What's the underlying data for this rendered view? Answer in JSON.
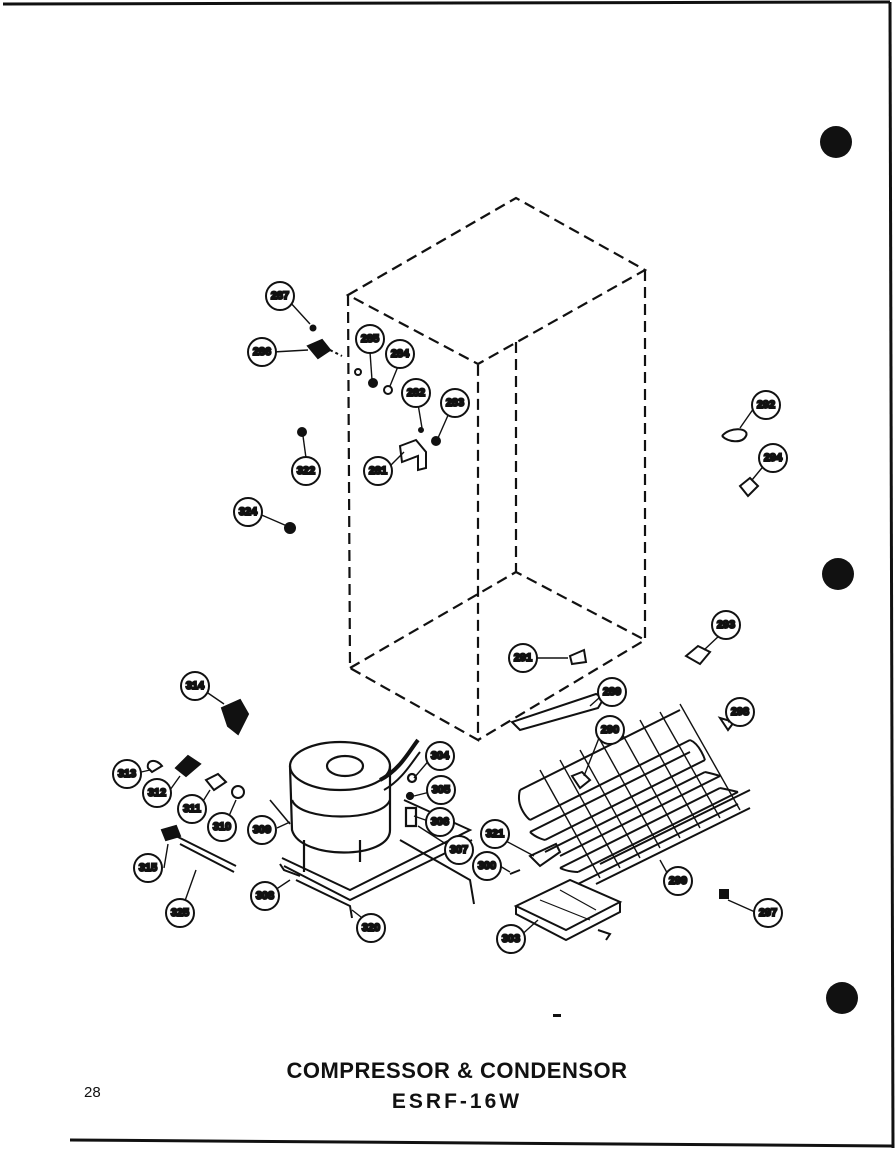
{
  "title": "COMPRESSOR & CONDENSOR",
  "model": "ESRF-16W",
  "page_number": "28",
  "colors": {
    "ink": "#111111",
    "paper": "#ffffff"
  },
  "callouts": [
    {
      "id": "c287",
      "label": "287"
    },
    {
      "id": "c286",
      "label": "286"
    },
    {
      "id": "c285",
      "label": "285"
    },
    {
      "id": "c284",
      "label": "284"
    },
    {
      "id": "c282",
      "label": "282"
    },
    {
      "id": "c283",
      "label": "283"
    },
    {
      "id": "c322",
      "label": "322"
    },
    {
      "id": "c281",
      "label": "281"
    },
    {
      "id": "c324",
      "label": "324"
    },
    {
      "id": "c292",
      "label": "292"
    },
    {
      "id": "c294",
      "label": "294"
    },
    {
      "id": "c293",
      "label": "293"
    },
    {
      "id": "c291",
      "label": "291"
    },
    {
      "id": "c314",
      "label": "314"
    },
    {
      "id": "c289",
      "label": "289"
    },
    {
      "id": "c290",
      "label": "290"
    },
    {
      "id": "c298",
      "label": "298"
    },
    {
      "id": "c304",
      "label": "304"
    },
    {
      "id": "c305",
      "label": "305"
    },
    {
      "id": "c306",
      "label": "306"
    },
    {
      "id": "c307",
      "label": "307"
    },
    {
      "id": "c309",
      "label": "309"
    },
    {
      "id": "c313",
      "label": "313"
    },
    {
      "id": "c312",
      "label": "312"
    },
    {
      "id": "c311",
      "label": "311"
    },
    {
      "id": "c310",
      "label": "310"
    },
    {
      "id": "c321",
      "label": "321"
    },
    {
      "id": "c300",
      "label": "300"
    },
    {
      "id": "c299",
      "label": "299"
    },
    {
      "id": "c315",
      "label": "315"
    },
    {
      "id": "c308",
      "label": "308"
    },
    {
      "id": "c325",
      "label": "325"
    },
    {
      "id": "c320",
      "label": "320"
    },
    {
      "id": "c303",
      "label": "303"
    },
    {
      "id": "c297",
      "label": "297"
    }
  ]
}
